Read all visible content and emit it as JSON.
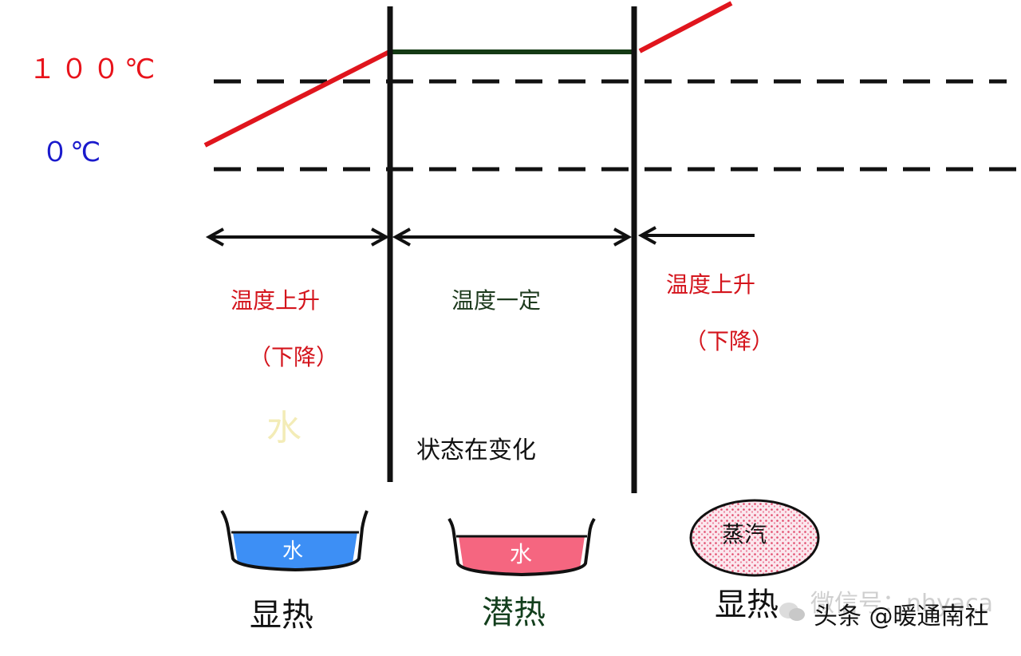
{
  "levels": {
    "boiling": "１００℃",
    "freezing": "０℃"
  },
  "sections": {
    "left": {
      "title": "温度上升",
      "sub": "（下降）",
      "phase_faint": "水",
      "pot_label": "水",
      "heat": "显热"
    },
    "middle": {
      "title": "温度一定",
      "state": "状态在变化",
      "pot_label": "水",
      "heat": "潜热"
    },
    "right": {
      "title": "温度上升",
      "sub": "（下降）",
      "steam_label": "蒸汽",
      "heat": "显热"
    }
  },
  "watermark": {
    "wechat": "微信号：nhyaca",
    "toutiao": "头条 @暖通南社"
  },
  "colors": {
    "red_line": "#e0151d",
    "green_line": "#143a14",
    "water_blue": "#3d8ff5",
    "water_pink": "#f56680",
    "steam_pink": "#f0b4c2",
    "boiling_text": "#e8131b",
    "freezing_text": "#1a1acc"
  }
}
